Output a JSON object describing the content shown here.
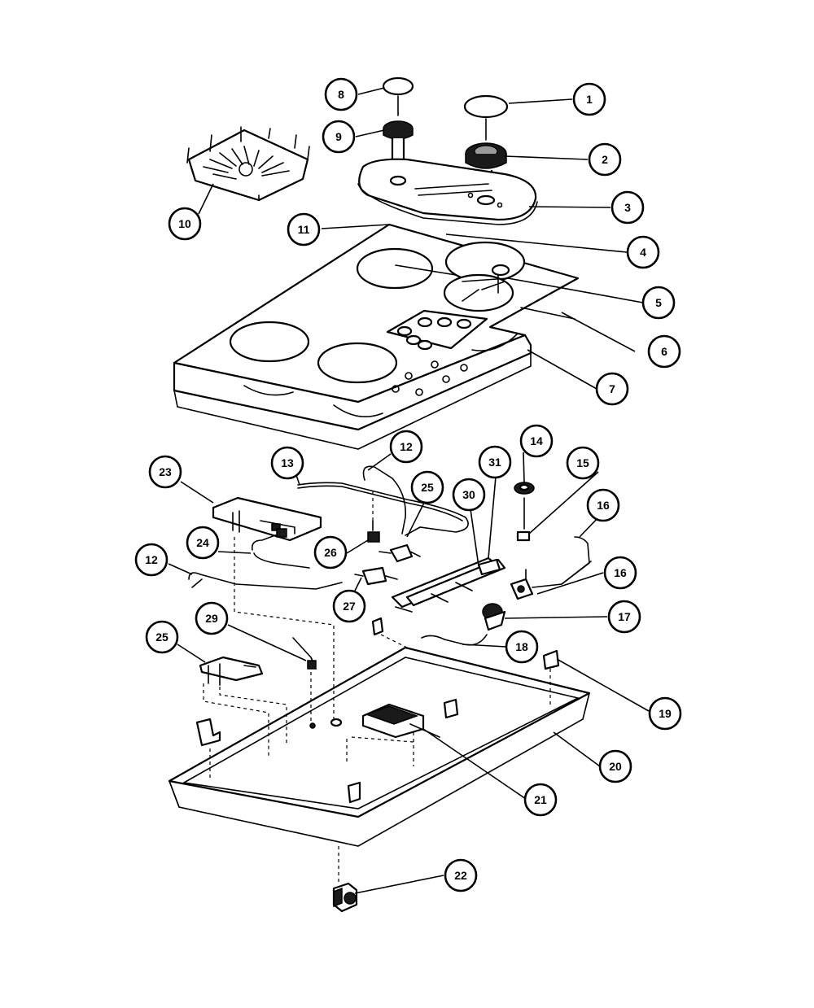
{
  "callouts": [
    {
      "id": "c1",
      "label": "1"
    },
    {
      "id": "c2",
      "label": "2"
    },
    {
      "id": "c3",
      "label": "3"
    },
    {
      "id": "c4",
      "label": "4"
    },
    {
      "id": "c5",
      "label": "5"
    },
    {
      "id": "c6",
      "label": "6"
    },
    {
      "id": "c7",
      "label": "7"
    },
    {
      "id": "c8",
      "label": "8"
    },
    {
      "id": "c9",
      "label": "9"
    },
    {
      "id": "c10",
      "label": "10"
    },
    {
      "id": "c11",
      "label": "11"
    },
    {
      "id": "c12a",
      "label": "12"
    },
    {
      "id": "c12b",
      "label": "12"
    },
    {
      "id": "c13",
      "label": "13"
    },
    {
      "id": "c14",
      "label": "14"
    },
    {
      "id": "c15",
      "label": "15"
    },
    {
      "id": "c16a",
      "label": "16"
    },
    {
      "id": "c16b",
      "label": "16"
    },
    {
      "id": "c17",
      "label": "17"
    },
    {
      "id": "c18",
      "label": "18"
    },
    {
      "id": "c19",
      "label": "19"
    },
    {
      "id": "c20",
      "label": "20"
    },
    {
      "id": "c21",
      "label": "21"
    },
    {
      "id": "c22",
      "label": "22"
    },
    {
      "id": "c23",
      "label": "23"
    },
    {
      "id": "c24",
      "label": "24"
    },
    {
      "id": "c25a",
      "label": "25"
    },
    {
      "id": "c25b",
      "label": "25"
    },
    {
      "id": "c26",
      "label": "26"
    },
    {
      "id": "c27",
      "label": "27"
    },
    {
      "id": "c29",
      "label": "29"
    },
    {
      "id": "c30",
      "label": "30"
    },
    {
      "id": "c31",
      "label": "31"
    }
  ]
}
